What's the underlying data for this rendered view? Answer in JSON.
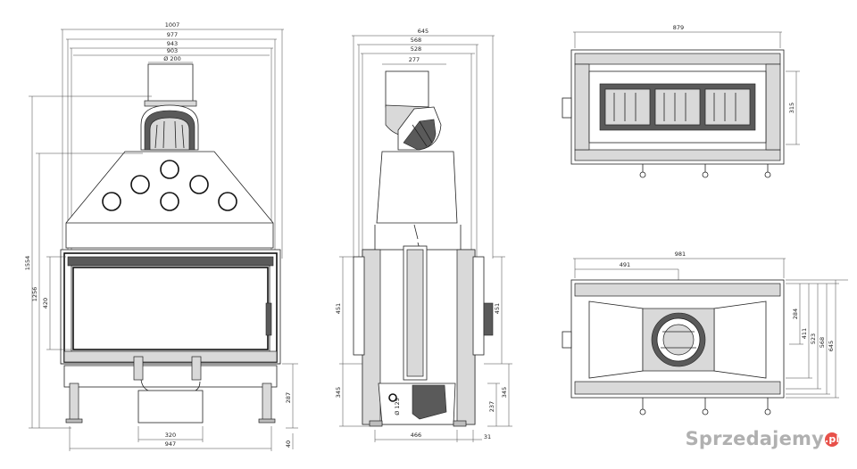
{
  "front_view": {
    "dims_top": [
      "1007",
      "977",
      "943",
      "903",
      "Ø 200"
    ],
    "dims_left": [
      "1554",
      "1256",
      "420"
    ],
    "dims_right": [
      "287",
      "40"
    ],
    "dims_bottom": [
      "320",
      "947"
    ]
  },
  "side_view": {
    "dims_top": [
      "645",
      "568",
      "528",
      "277"
    ],
    "dims_left": [
      "451",
      "345"
    ],
    "dims_right": [
      "451",
      "345",
      "237"
    ],
    "dims_bottom": [
      "466",
      "31"
    ],
    "pipe_label": "Ø 125"
  },
  "top_view": {
    "width_dim": "879",
    "height_dim": "315"
  },
  "bottom_view": {
    "dims_top": [
      "981",
      "491"
    ],
    "dims_right": [
      "284",
      "411",
      "523",
      "568",
      "645"
    ]
  },
  "watermark": {
    "text": "Sprzedajemy",
    "badge": ".pl"
  },
  "colors": {
    "line": "#222222",
    "fill_dark": "#5a5a5a",
    "fill_light": "#d9d9d9",
    "watermark_badge": "#e8514a"
  }
}
